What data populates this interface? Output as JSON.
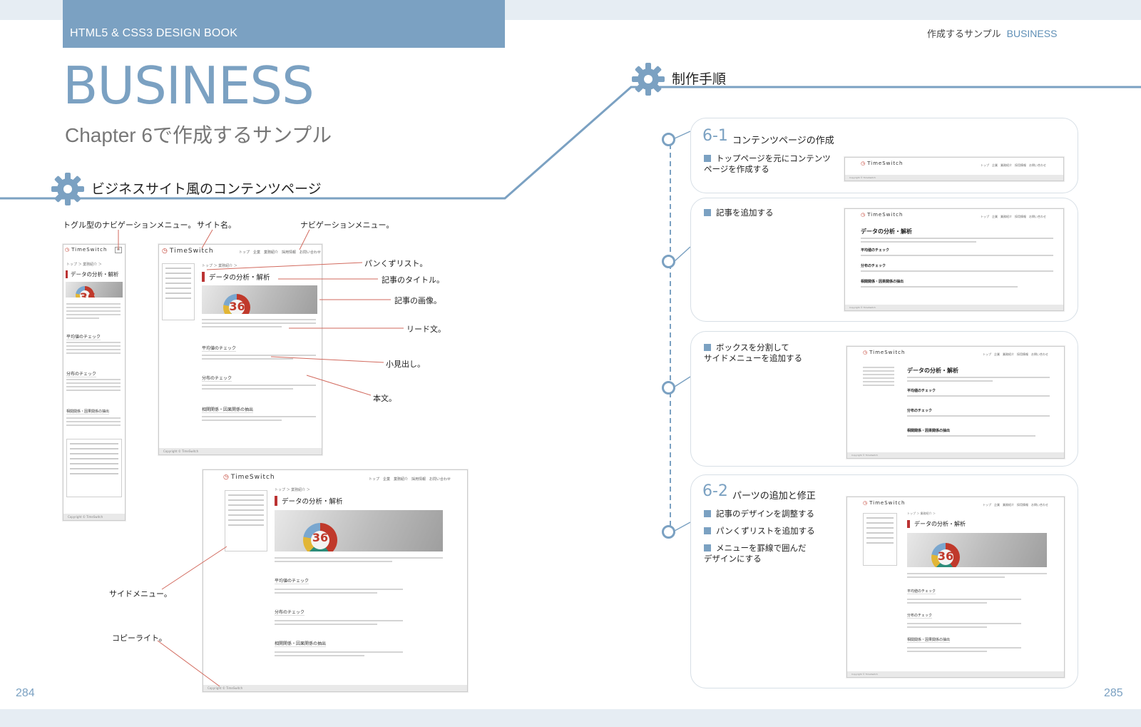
{
  "header": {
    "book_title": "HTML5 & CSS3 DESIGN BOOK"
  },
  "running_head": {
    "label": "作成するサンプル",
    "section": "BUSINESS"
  },
  "title": {
    "main": "BUSINESS",
    "sub": "Chapter 6で作成するサンプル"
  },
  "left_section": {
    "heading": "ビジネスサイト風のコンテンツページ",
    "callouts": {
      "toggle_nav": "トグル型のナビゲーションメニュー。",
      "site_name": "サイト名。",
      "nav_menu": "ナビゲーションメニュー。",
      "breadcrumb": "パンくずリスト。",
      "article_title": "記事のタイトル。",
      "article_image": "記事の画像。",
      "lead": "リード文。",
      "subheading": "小見出し。",
      "body": "本文。",
      "side_menu": "サイドメニュー。",
      "copyright": "コピーライト。"
    }
  },
  "mock_site": {
    "logo": "TimeSwitch",
    "nav": "トップ　企業　業務紹介　採用情報　お問い合わせ",
    "crumb": "トップ ＞ 業務紹介 ＞",
    "article_title": "データの分析・解析",
    "headings": [
      "平均値のチェック",
      "分布のチェック",
      "相関関係・因果関係の抽出"
    ],
    "copyright": "Copyright © TimeSwitch"
  },
  "right_section": {
    "heading": "制作手順",
    "steps": [
      {
        "num": "6-1",
        "title": "コンテンツページの作成",
        "items": [
          "トップページを元にコンテンツ\nページを作成する"
        ]
      },
      {
        "num": "",
        "title": "",
        "items": [
          "記事を追加する"
        ]
      },
      {
        "num": "",
        "title": "",
        "items": [
          "ボックスを分割して\nサイドメニューを追加する"
        ]
      },
      {
        "num": "6-2",
        "title": "パーツの追加と修正",
        "items": [
          "記事のデザインを調整する",
          "パンくずリストを追加する",
          "メニューを罫線で囲んだ\nデザインにする"
        ]
      }
    ]
  },
  "page_numbers": {
    "left": "284",
    "right": "285"
  },
  "colors": {
    "accent": "#7ba1c2",
    "title_red": "#b33333"
  }
}
